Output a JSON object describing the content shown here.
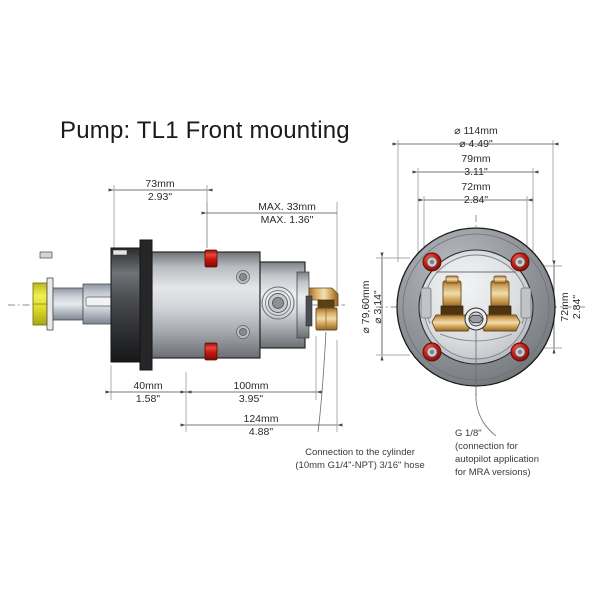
{
  "drawing": {
    "title": "Pump: TL1 Front mounting",
    "product": "TL1",
    "view_left_name": "side-elevation",
    "view_right_name": "front-elevation"
  },
  "colors": {
    "body_light": "#d8dade",
    "body_mid": "#a9acb1",
    "body_dark": "#3a3a3a",
    "flange_gray": "#8f9296",
    "bolt_red": "#d12c20",
    "brass": "#c89a52",
    "brass_light": "#e6cc97",
    "shaft_yellow": "#e8e53a",
    "line_black": "#1c1c1c",
    "dim_gray": "#4a4a4a",
    "text_dark": "#2b2b2b"
  },
  "side_view_dimensions": [
    {
      "name": "dim-73mm",
      "mm": "73mm",
      "inch": "2.93\"",
      "position": "top-left"
    },
    {
      "name": "dim-max-33mm",
      "mm": "MAX. 33mm",
      "inch": "MAX. 1.36\"",
      "position": "top-right"
    },
    {
      "name": "dim-40mm",
      "mm": "40mm",
      "inch": "1.58\"",
      "position": "bottom-left"
    },
    {
      "name": "dim-100mm",
      "mm": "100mm",
      "inch": "3.95\"",
      "position": "bottom-mid"
    },
    {
      "name": "dim-124mm",
      "mm": "124mm",
      "inch": "4.88\"",
      "position": "bottom-overall"
    }
  ],
  "front_view_dimensions": [
    {
      "name": "dim-dia-114mm",
      "mm": "⌀ 114mm",
      "inch": "⌀ 4.49\"",
      "position": "top-outer"
    },
    {
      "name": "dim-79mm",
      "mm": "79mm",
      "inch": "3.11\"",
      "position": "top-mid"
    },
    {
      "name": "dim-72mm-horizontal",
      "mm": "72mm",
      "inch": "2.84\"",
      "position": "top-inner"
    },
    {
      "name": "dim-dia-79-60mm",
      "mm": "⌀ 79,60mm",
      "inch": "⌀ 3.14\"",
      "position": "left-vertical"
    },
    {
      "name": "dim-72mm-vertical",
      "mm": "72mm",
      "inch": "2.84\"",
      "position": "right-vertical"
    }
  ],
  "annotations": [
    {
      "name": "note-cylinder-connection",
      "lines": [
        "Connection to the cylinder",
        "(10mm G1/4\"-NPT) 3/16\" hose"
      ]
    },
    {
      "name": "note-autopilot-connection",
      "lines": [
        "G 1/8\"",
        "(connection for",
        "autopilot application",
        " for MRA versions)"
      ]
    }
  ],
  "components": {
    "shaft_nut": "shaft-hex-nut",
    "shaft": "drive-shaft",
    "mount_flange": "mounting-flange",
    "pump_body": "pump-body",
    "end_cap": "end-cap",
    "bolts_count": 4,
    "brass_fittings_count": 2,
    "center_port": "center-port"
  }
}
